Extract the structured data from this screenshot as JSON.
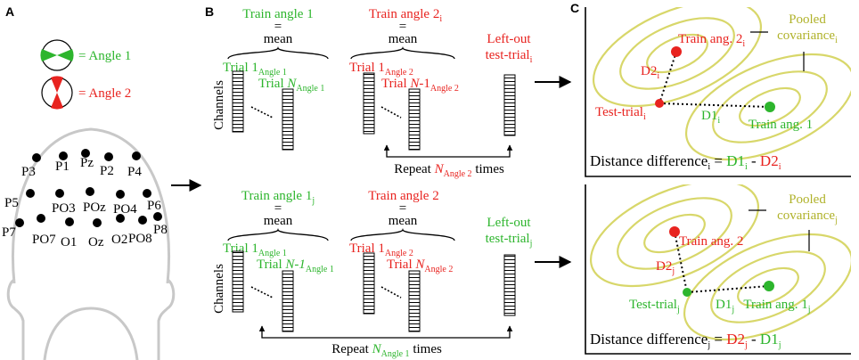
{
  "colors": {
    "angle1": "#2db52d",
    "angle2": "#e8231f",
    "covariance": "#d8d76a",
    "covariance_text": "#b0b22a"
  },
  "panel_a": {
    "label": "A",
    "legend": [
      {
        "icon": "angle-1-icon",
        "text": "= Angle 1"
      },
      {
        "icon": "angle-2-icon",
        "text": "= Angle 2"
      }
    ],
    "electrodes": [
      "P3",
      "P1",
      "Pz",
      "P2",
      "P4",
      "P5",
      "PO3",
      "POz",
      "PO4",
      "P6",
      "P7",
      "PO7",
      "O1",
      "Oz",
      "O2",
      "PO8",
      "P8"
    ]
  },
  "panel_b": {
    "label": "B",
    "channels_label": "Channels",
    "top": {
      "train1_title": "Train angle 1",
      "train2_title": "Train angle 2",
      "train2_sub": "i",
      "equals": "=",
      "mean": "mean",
      "trial1_a1": "Trial 1",
      "trial1_a1_sub": "Angle 1",
      "trialN_a1_text": "Trial ",
      "trialN_a1_N": "N",
      "trialN_a1_sub": "Angle 1",
      "trial1_a2": "Trial 1",
      "trial1_a2_sub": "Angle 2",
      "trialN1_a2_text": "Trial ",
      "trialN1_a2_N": "N",
      "trialN1_a2_rest": "-1",
      "trialN1_a2_sub": "Angle 2",
      "leftout_1": "Left-out",
      "leftout_2": "test-trial",
      "leftout_sub": "i",
      "repeat_1": "Repeat ",
      "repeat_N": "N",
      "repeat_sub": "Angle 2",
      "repeat_2": " times"
    },
    "bottom": {
      "train1_title": "Train angle 1",
      "train1_sub": "j",
      "train2_title": "Train angle 2",
      "equals": "=",
      "mean": "mean",
      "trial1_a1": "Trial 1",
      "trial1_a1_sub": "Angle 1",
      "trialN1_a1_text": "Trial ",
      "trialN1_a1_N": "N-1",
      "trialN1_a1_sub": "Angle 1",
      "trial1_a2": "Trial 1",
      "trial1_a2_sub": "Angle 2",
      "trialN_a2_text": "Trial ",
      "trialN_a2_N": "N",
      "trialN_a2_sub": "Angle 2",
      "leftout_1": "Left-out",
      "leftout_2": "test-trial",
      "leftout_sub": "j",
      "repeat_1": "Repeat ",
      "repeat_N": "N",
      "repeat_sub": "Angle 1",
      "repeat_2": " times"
    }
  },
  "panel_c": {
    "label": "C",
    "top": {
      "train2": "Train ang. 2",
      "train2_sub": "i",
      "train1": "Train ang. 1",
      "pooled_1": "Pooled",
      "pooled_2": "covariance",
      "pooled_sub": "i",
      "d2": "D2",
      "d2_sub": "i",
      "d1": "D1",
      "d1_sub": "i",
      "test": "Test-trial",
      "test_sub": "i",
      "dist_label": "Distance difference",
      "dist_sub": "i",
      "dist_eq": " = ",
      "dist_a": "D1",
      "dist_a_sub": "i",
      "dist_minus": " - ",
      "dist_b": "D2",
      "dist_b_sub": "i"
    },
    "bottom": {
      "train2": "Train ang. 2",
      "train1": "Train ang. 1",
      "train1_sub": "j",
      "pooled_1": "Pooled",
      "pooled_2": "covariance",
      "pooled_sub": "j",
      "d2": "D2",
      "d2_sub": "j",
      "d1": "D1",
      "d1_sub": "j",
      "test": "Test-trial",
      "test_sub": "j",
      "dist_label": "Distance difference",
      "dist_sub": "j",
      "dist_eq": " = ",
      "dist_a": "D2",
      "dist_a_sub": "j",
      "dist_minus": " - ",
      "dist_b": "D1",
      "dist_b_sub": "j"
    }
  }
}
